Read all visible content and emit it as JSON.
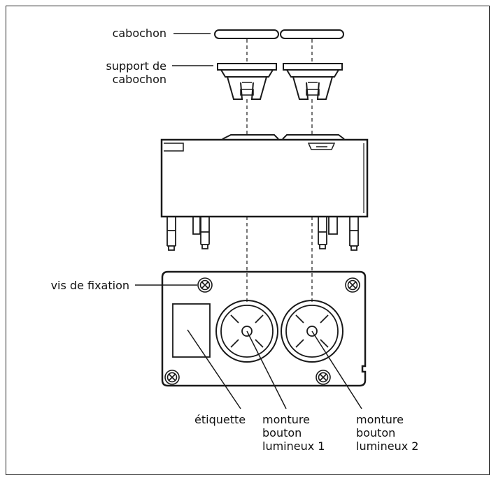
{
  "labels": {
    "cabochon": "cabochon",
    "support_line1": "support de",
    "support_line2": "cabochon",
    "vis": "vis de fixation",
    "etiquette": "étiquette",
    "monture1_line1": "monture",
    "monture1_line2": "bouton",
    "monture1_line3": "lumineux 1",
    "monture2_line1": "monture",
    "monture2_line2": "bouton",
    "monture2_line3": "lumineux 2"
  },
  "colors": {
    "ink": "#1a1a1a",
    "background": "#ffffff"
  }
}
